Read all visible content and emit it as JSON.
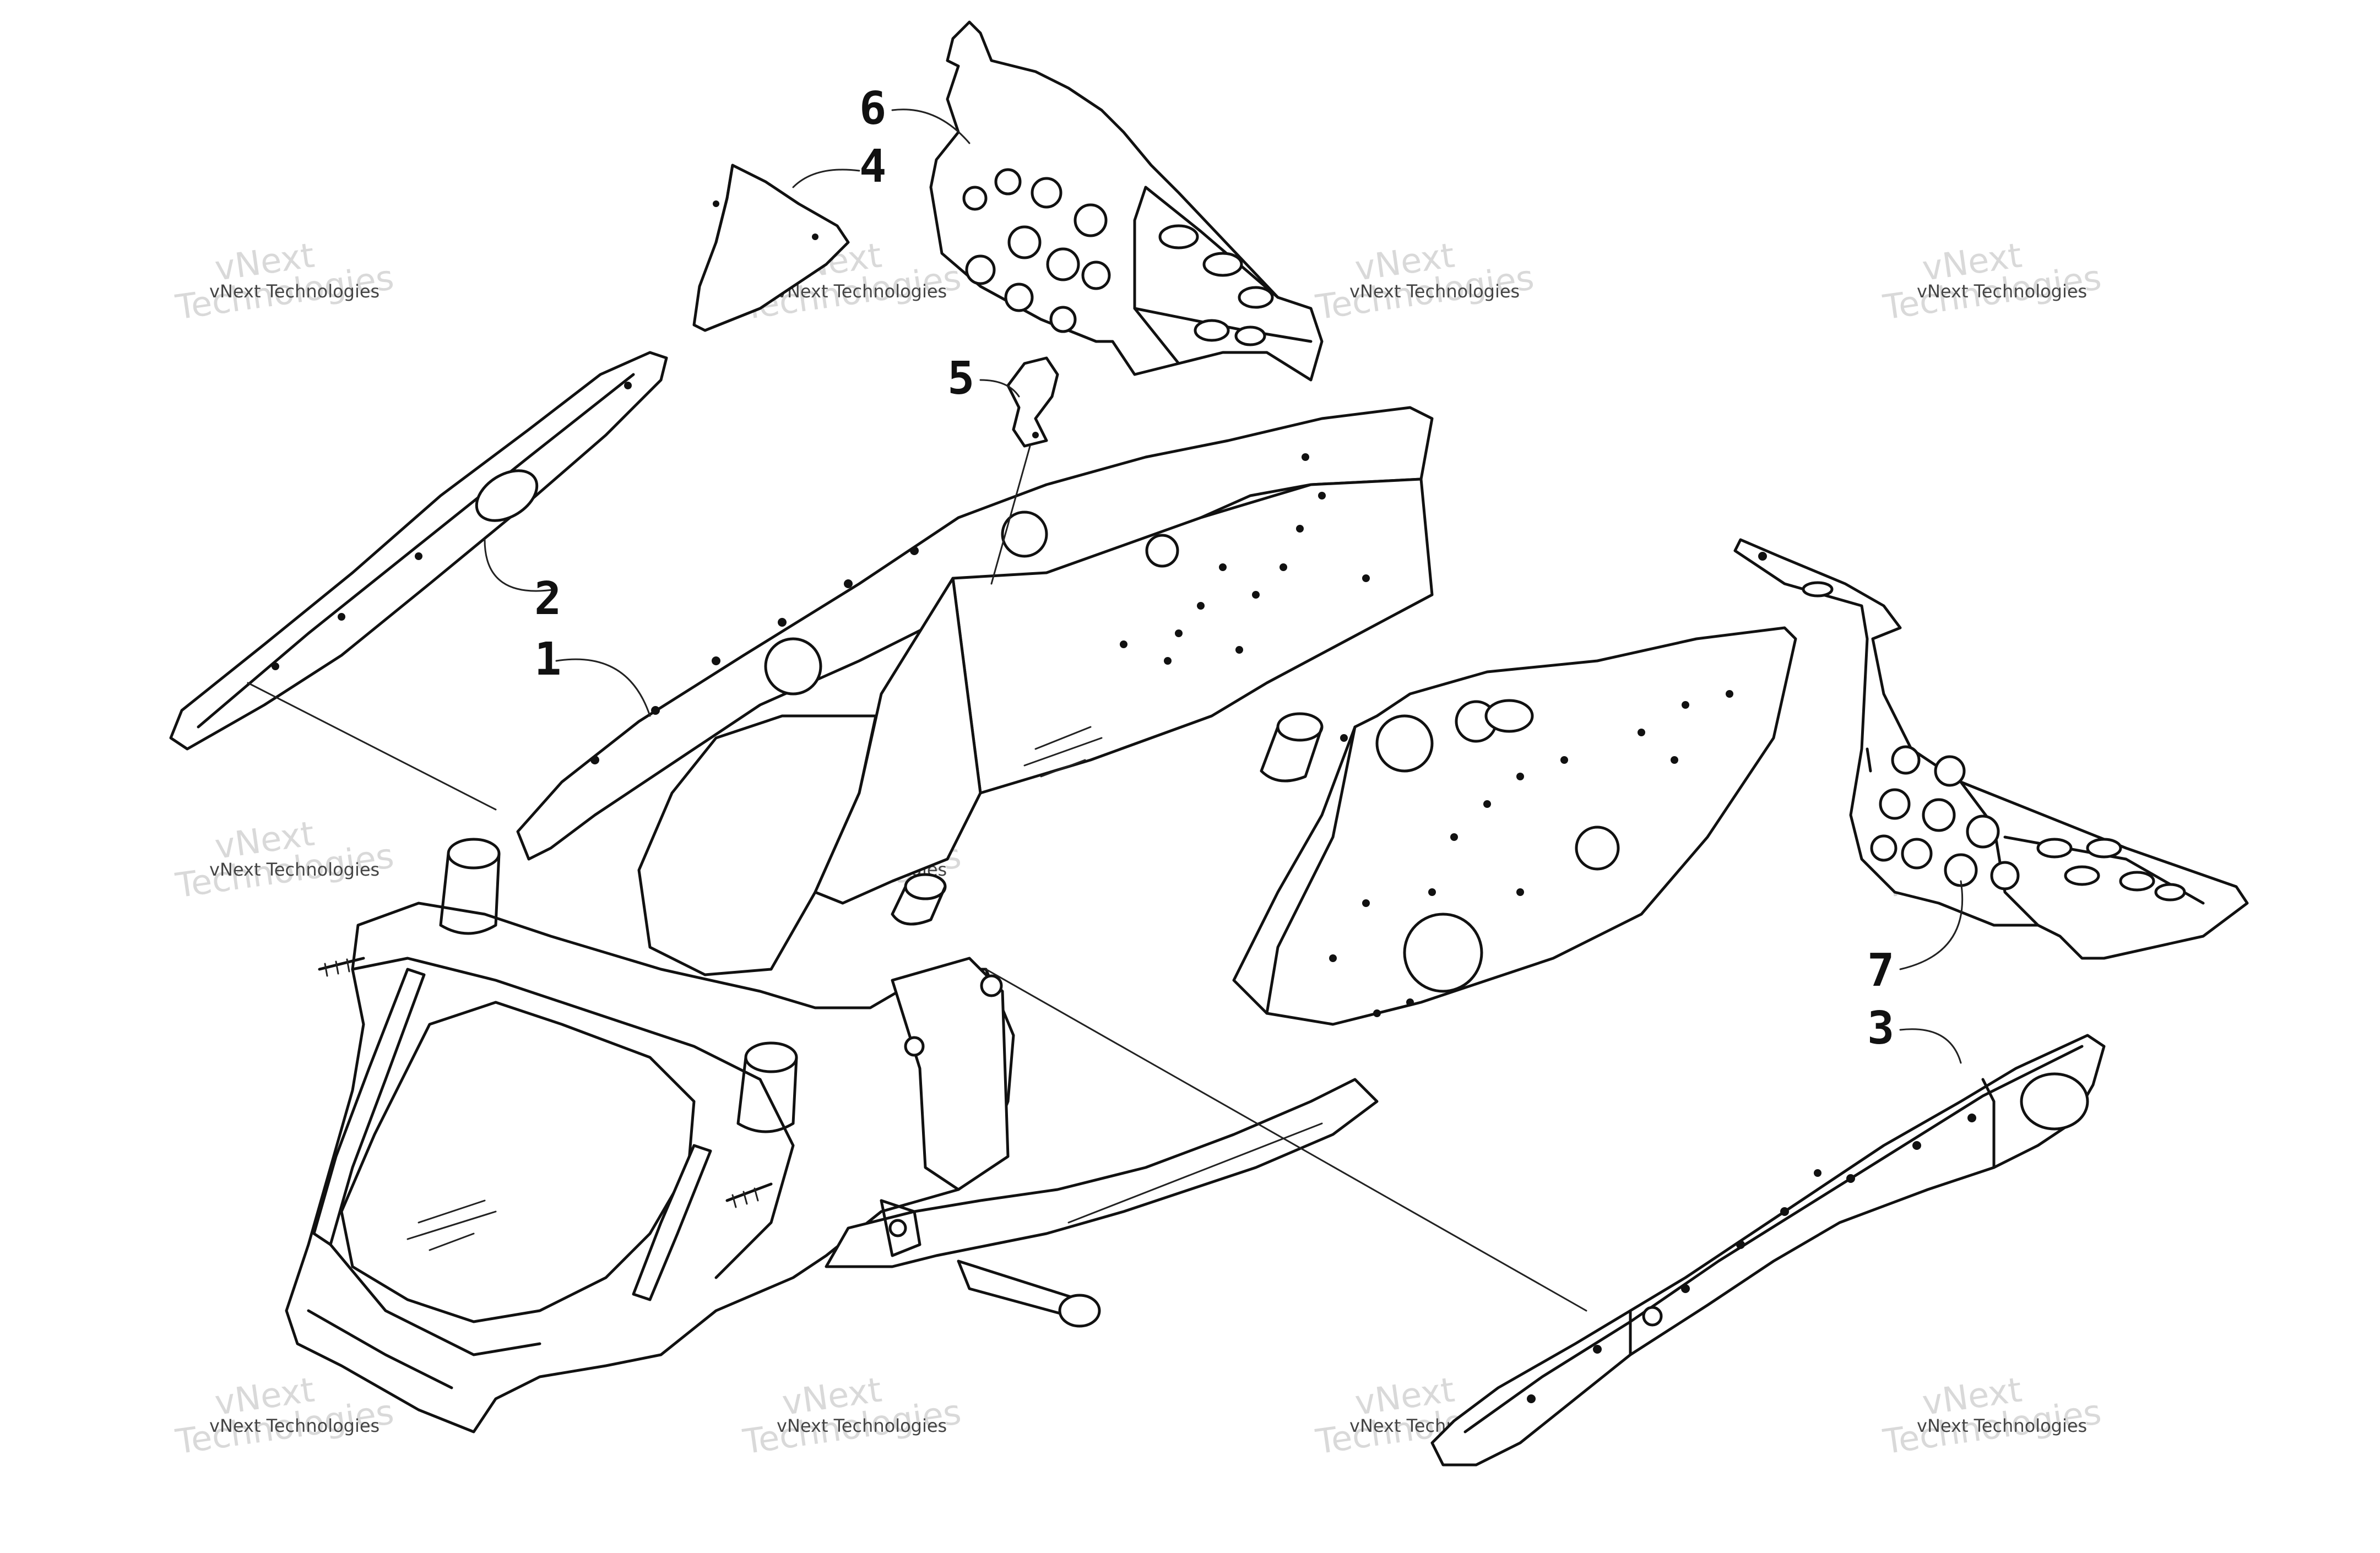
{
  "callouts": [
    {
      "id": "1",
      "label": "1"
    },
    {
      "id": "2",
      "label": "2"
    },
    {
      "id": "3",
      "label": "3"
    },
    {
      "id": "4",
      "label": "4"
    },
    {
      "id": "5",
      "label": "5"
    },
    {
      "id": "6",
      "label": "6"
    },
    {
      "id": "7",
      "label": "7"
    }
  ],
  "watermark": {
    "small": "vNext Technologies",
    "big_line1": "vNext",
    "big_line2": "Technologies"
  }
}
